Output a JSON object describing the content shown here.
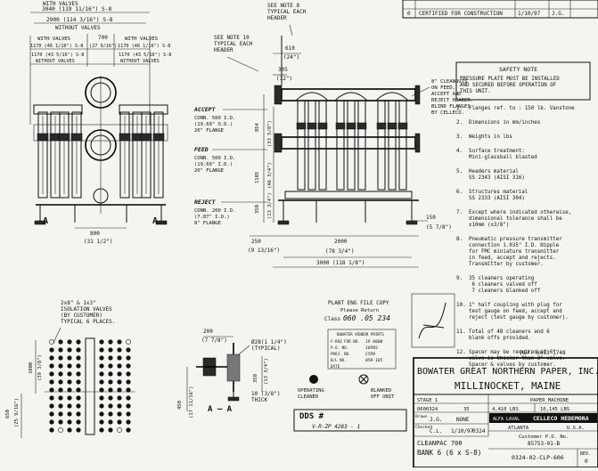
{
  "revision_table": {
    "rev": "0",
    "description": "CERTIFIED FOR CONSTRUCTION",
    "date": "1/10/97",
    "initials": "J.G."
  },
  "front_view": {
    "dim_overall_with_valves": "3040 (119 11/16\") S-8",
    "label_with_valves_top": "WITH VALVES",
    "dim_overall_without_valves": "2900 (114 3/16\") S-8",
    "label_without_valves_top": "WITHOUT VALVES",
    "label_with_valves_left": "WITH VALVES",
    "label_with_valves_right": "WITH VALVES",
    "dim_left_with": "1170 (46 1/16\") S-8",
    "dim_center": "700",
    "dim_center_in": "(27 9/16\")",
    "dim_right_with": "1170 (46 1/16\") S-8",
    "dim_left_without": "1170 (43 5/16\") S-8",
    "label_without_left": "WITHOUT VALVES",
    "dim_right_without": "1170 (43 5/16\") S-8",
    "label_without_right": "WITHOUT VALVES",
    "dim_bottom": "800",
    "dim_bottom_in": "(31 1/2\")",
    "section_a": "A"
  },
  "notes_center": {
    "note10": "SEE NOTE 10\nTYPICAL EACH\nHEADER",
    "note8": "SEE NOTE 8\nTYPICAL EACH\nHEADER",
    "accept": "ACCEPT",
    "accept_detail": "CONN. 500 I.D.\n(19.69\" O.D.)\n20\" FLANGE",
    "feed": "FEED",
    "feed_detail": "CONN. 500 I.D.\n(19.69\" I.D.)\n20\" FLANGE",
    "reject": "REJECT",
    "reject_detail": "CONN. 200 I.D.\n(7.87\" I.D.)\n8\" FLANGE"
  },
  "side_view": {
    "cleanouts": "8\" CLEANOUTS\nON FEED,\nACCEPT AND\nREJECT HEADER.\nBLIND FLANGES\nBY CELLECO.",
    "dim_610": "610",
    "dim_610_in": "(24\")",
    "dim_305": "305",
    "dim_305_in": "(12\")",
    "dim_854": "854",
    "dim_854_in": "(33 5/8\")",
    "dim_1185": "1185",
    "dim_1185_in": "(46 3/4\")",
    "dim_350": "350",
    "dim_350_in": "(13 3/4\")",
    "dim_150": "150",
    "dim_150_in": "(5 7/8\")",
    "dim_250": "250",
    "dim_250_in": "(9 13/16\")",
    "dim_2000": "2000",
    "dim_2000_in": "(78 3/4\")",
    "dim_3000": "3000 (118 1/8\")"
  },
  "safety_note": {
    "title": "SAFETY NOTE",
    "text": "PRESSURE PLATE MUST BE INSTALLED\nAND SECURED BEFORE OPERATION OF\nTHIS UNIT."
  },
  "notes": [
    {
      "num": "1.",
      "text": "Flanges ref. to : 150 lb. Vanstone"
    },
    {
      "num": "2.",
      "text": "Dimensions in mm/inches"
    },
    {
      "num": "3.",
      "text": "Weights in lbs"
    },
    {
      "num": "4.",
      "text": "Surface treatment:\nMini-glassball blasted"
    },
    {
      "num": "5.",
      "text": "Headers material\nSS 2343 (AISI 316)"
    },
    {
      "num": "6.",
      "text": "Structures material\nSS 2333 (AISI 304)"
    },
    {
      "num": "7.",
      "text": "Except where indicated otherwise,\ndimensional tolerance shall be\n±10mm (±3/8\")"
    },
    {
      "num": "8.",
      "text": "Pneumatic pressure transmitter\nconnection 1.035\" I.D. Nipple\nfor FMC miniature transmitter\nin feed, accept and rejects.\nTransmitter by customer."
    },
    {
      "num": "9.",
      "text": "35 cleaners operating\n 6 cleaners valved off\n 7 cleaners blanked off"
    },
    {
      "num": "10.",
      "text": "1\" half coupling with plug for\ntest gauge on feed, accept and\nreject (test gauge by customer)."
    },
    {
      "num": "11.",
      "text": "Total of 48 cleaners and 6\nblank offs provided."
    },
    {
      "num": "12.",
      "text": "Spacer may be required if 6\"\nvalve is thicker than 3\" valve.\nSpacer & valves by customer."
    }
  ],
  "bottom_left": {
    "isolation": "2x8\" & 1x3\"\nISOLATION VALVES\n(BY CUSTOMER)\nTYPICAL 6 PLACES.",
    "dim_1000": "1000",
    "dim_1000_in": "(39 3/8\")",
    "dim_650": "650",
    "dim_650_in": "(25 9/16\")",
    "dim_200": "200",
    "dim_200_in": "(7 7/8\")",
    "dim_28": "Ø28(1 1/4\")\n(TYPICAL)",
    "dim_mid_350": "350",
    "dim_mid_350_in": "(13 3/4\")",
    "dim_450": "450",
    "dim_450_in": "(17 11/16\")",
    "dim_10": "10 (3/8\")\nTHICK",
    "section_aa": "A — A"
  },
  "stamp": {
    "title": "PLANT ENG FILE COPY",
    "subtitle": "Please Return",
    "class_label": "Class",
    "class_value": "060 .05 234",
    "vendor_title": "BOWATER VENDOR PRINTS",
    "lines": [
      "F-REQ FOR NO.",
      "P.O. NO.",
      "PROJ. NO.",
      "B/L NO.",
      "DATE"
    ],
    "values": [
      "19 0800",
      "16P8S",
      "C5P0",
      "050-1D5",
      ""
    ]
  },
  "legend": {
    "operating": "OPERATING\nCLEANER",
    "blanked": "BLANKED\nOFF UNIT"
  },
  "dds": {
    "label": "DDS #",
    "value": "V-R-ZP 4283 - 1"
  },
  "title_block": {
    "ref": "REF. 6093 1748",
    "client": "BOWATER GREAT NORTHERN PAPER, INC.",
    "location": "MILLINOCKET, MAINE",
    "stage": "STAGE 1",
    "machine": "PAPER MACHINE",
    "order": "0600324",
    "qty": "35",
    "weight_empty": "4,410 LBS",
    "weight_full": "10,145 LBS",
    "drawn_label": "Drawn",
    "drawn": "J.G.",
    "scale": "NONE",
    "checked_label": "Checked",
    "checked": "C.L.",
    "date": "1/10/97",
    "job": "0324",
    "company_top": "ALFA LAVAL",
    "company": "CELLECO HEDEMORA",
    "city": "ATLANTA",
    "country": "U.S.A.",
    "customer_po_label": "Customer P.O. No.",
    "customer_po": "85753-01-B",
    "product": "CLEANPAC 700",
    "bank": "BANK 6 (6 x S-8)",
    "drawing_no": "0324-02-CLP-606",
    "rev_label": "REV.",
    "rev": "0"
  }
}
